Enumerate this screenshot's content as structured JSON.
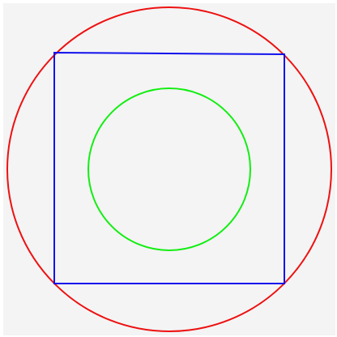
{
  "figure": {
    "background_color": "#f4f4f4",
    "shapes": [
      {
        "kind": "circle",
        "role": "circumscribed-circle",
        "stroke": "#ee1111"
      },
      {
        "kind": "quadrilateral",
        "role": "inscribed-square",
        "stroke": "#1111ee"
      },
      {
        "kind": "circle",
        "role": "inner-circle",
        "stroke": "#11ee11"
      }
    ]
  }
}
